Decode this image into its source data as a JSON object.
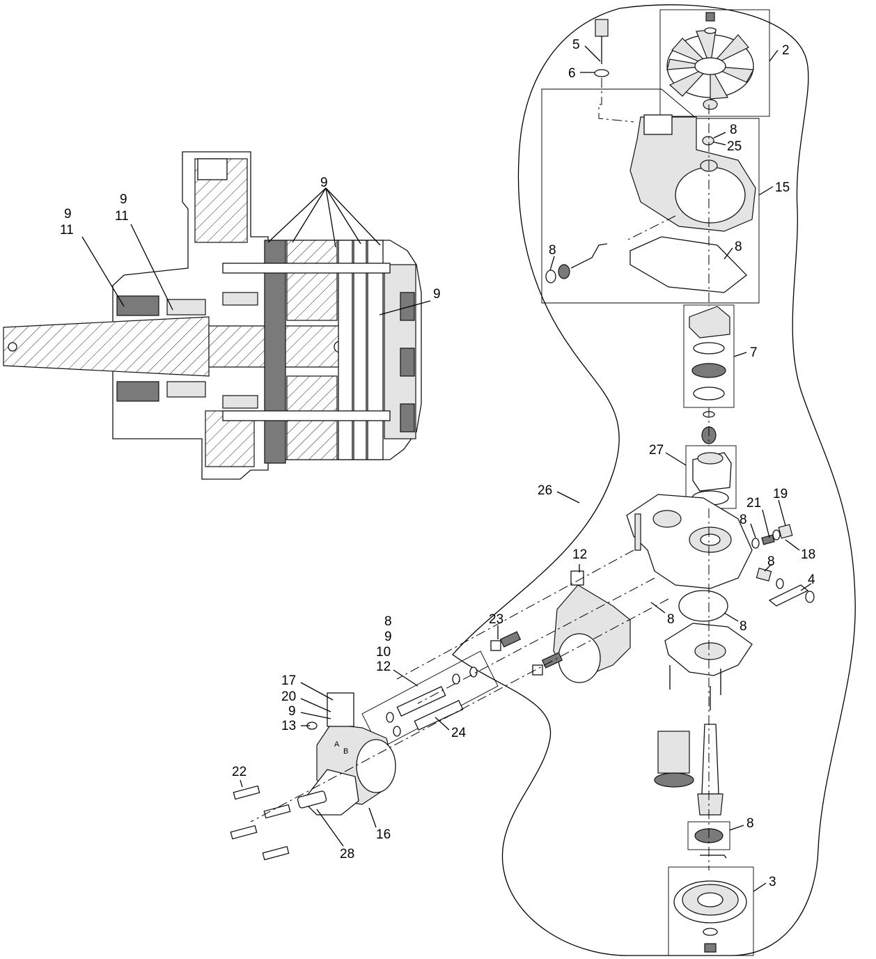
{
  "diagram": {
    "callouts": {
      "c2": "2",
      "c3": "3",
      "c4": "4",
      "c5": "5",
      "c6": "6",
      "c7": "7",
      "c8": "8",
      "c9": "9",
      "c10": "10",
      "c11": "11",
      "c12": "12",
      "c13": "13",
      "c15": "15",
      "c16": "16",
      "c17": "17",
      "c18": "18",
      "c19": "19",
      "c20": "20",
      "c21": "21",
      "c22": "22",
      "c23": "23",
      "c24": "24",
      "c25": "25",
      "c26": "26",
      "c27": "27",
      "c28": "28"
    },
    "pump_ports": {
      "a": "A",
      "b": "B"
    }
  }
}
